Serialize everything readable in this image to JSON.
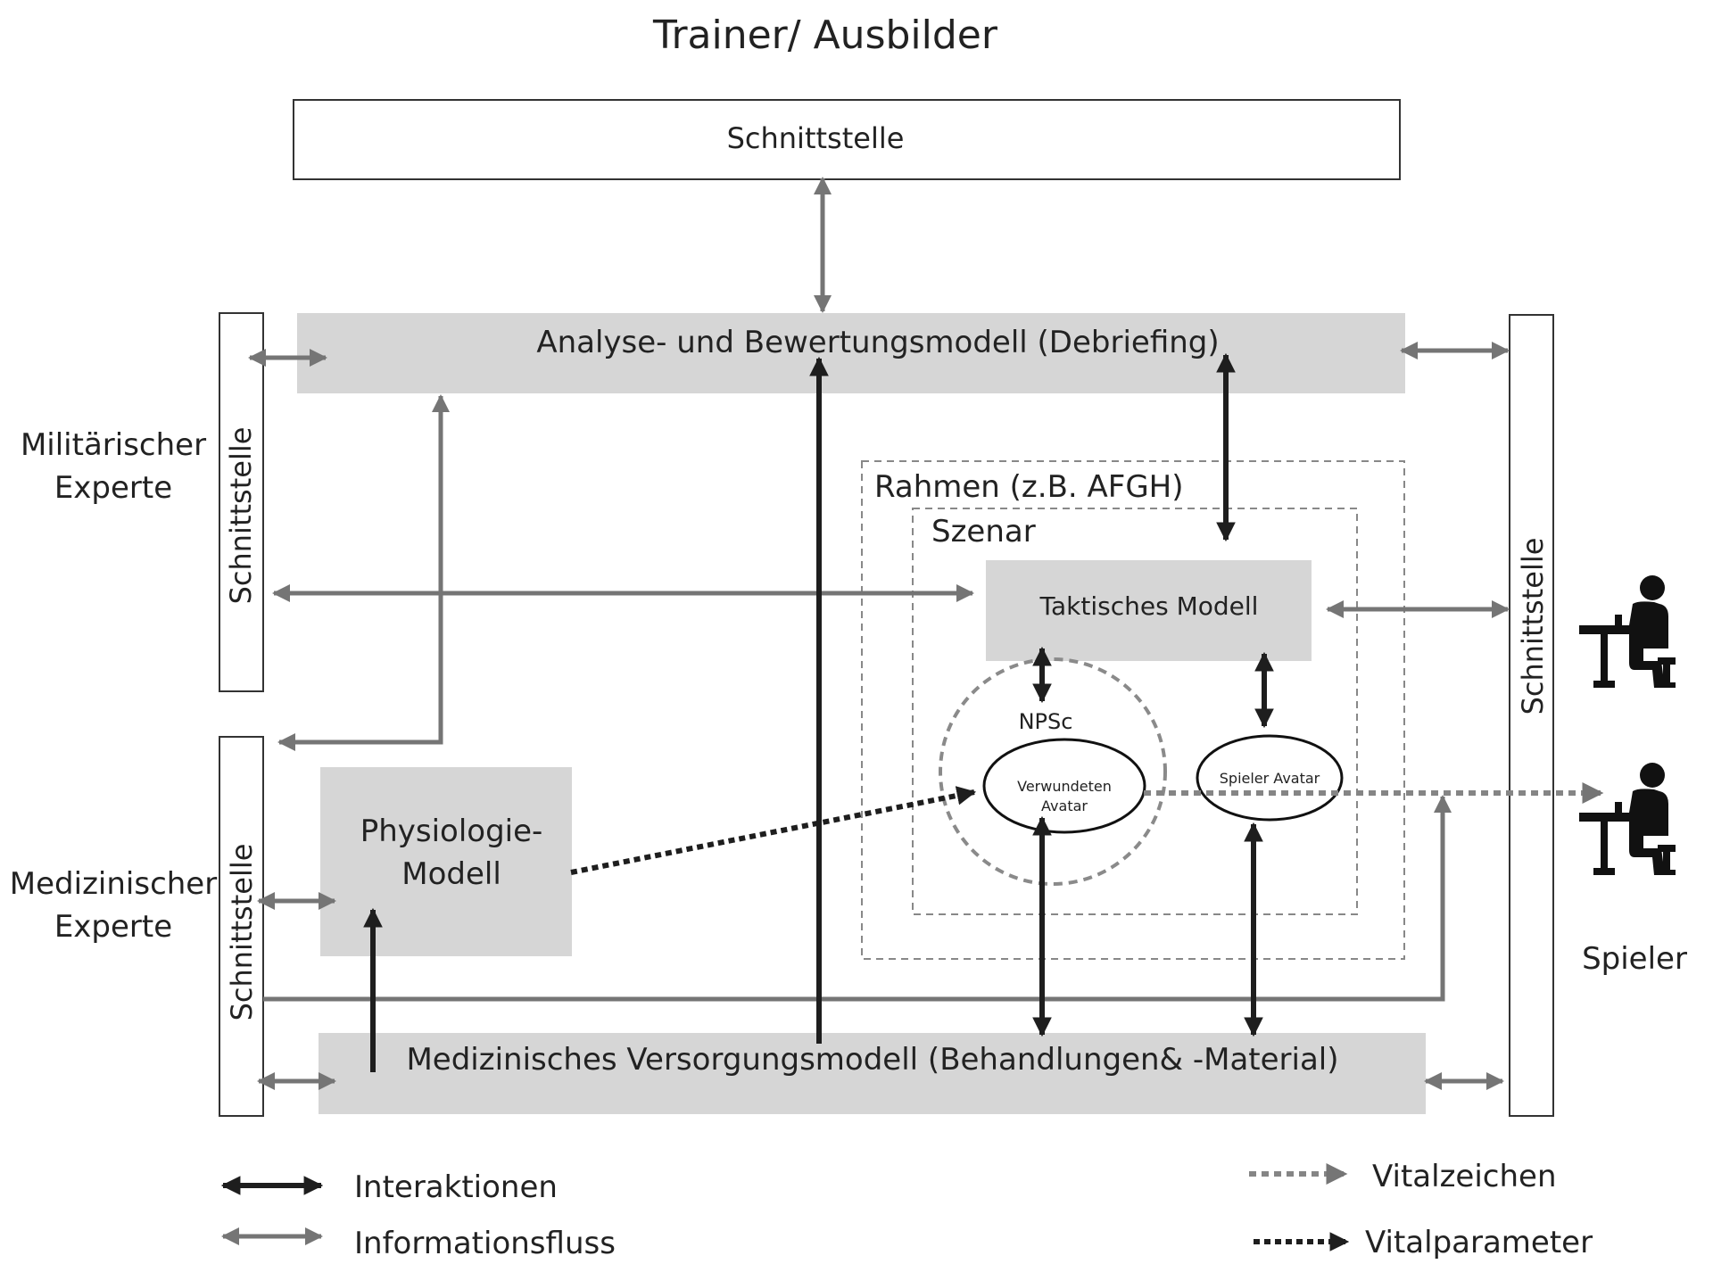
{
  "title": "Trainer/ Ausbilder",
  "top_interface": "Schnittstelle",
  "analysis_model": "Analyse- und Bewertungsmodell (Debriefing)",
  "left_top_interface": "Schnittstelle",
  "left_bottom_interface": "Schnittstelle",
  "right_interface": "Schnittstelle",
  "military_expert": [
    "Militärischer",
    "Experte"
  ],
  "medical_expert": [
    "Medizinischer",
    "Experte"
  ],
  "frame_label": "Rahmen (z.B. AFGH)",
  "scenario_label": "Szenar",
  "tactical_model": "Taktisches Modell",
  "npsc_label": "NPSc",
  "wounded_avatar": [
    "Verwundeten",
    "Avatar"
  ],
  "player_avatar": "Spieler Avatar",
  "physiology_model": [
    "Physiologie-",
    "Modell"
  ],
  "medical_care_model": "Medizinisches Versorgungsmodell (Behandlungen& -Material)",
  "player_label": "Spieler",
  "legend": {
    "interactions": "Interaktionen",
    "information_flow": "Informationsfluss",
    "vital_signs": "Vitalzeichen",
    "vital_parameters": "Vitalparameter"
  },
  "colors": {
    "grey_box": "#d6d6d6",
    "info_arrow": "#757575",
    "interaction_arrow": "#1e1e1e"
  },
  "icons": [
    "player-at-desk-icon",
    "player-at-desk-icon"
  ]
}
